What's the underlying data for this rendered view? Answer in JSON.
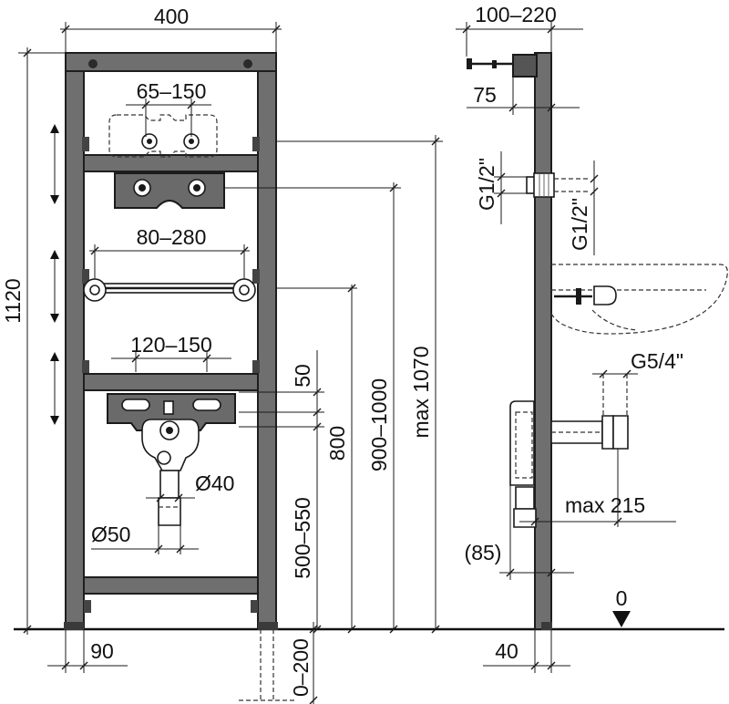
{
  "front_view": {
    "width_total": "400",
    "height_total": "1120",
    "supply_spacing": "65–150",
    "rail_spacing": "80–280",
    "bracket_spacing": "120–150",
    "offset_50": "50",
    "height_800": "800",
    "height_900_1000": "900–1000",
    "height_max_1070": "max 1070",
    "height_500_550": "500–550",
    "waste_diameter_40": "Ø40",
    "waste_diameter_50": "Ø50",
    "foot_width": "90",
    "foot_adjust": "0–200"
  },
  "side_view": {
    "depth_range": "100–220",
    "depth_75": "75",
    "supply_thread_left": "G1/2\"",
    "supply_thread_right": "G1/2\"",
    "waste_thread": "G5/4\"",
    "max_215": "max 215",
    "offset_85": "(85)",
    "foot_40": "40",
    "floor_level": "0"
  },
  "colors": {
    "frame": "#6f6f6f",
    "line": "#1a1a1a",
    "background": "#ffffff"
  }
}
